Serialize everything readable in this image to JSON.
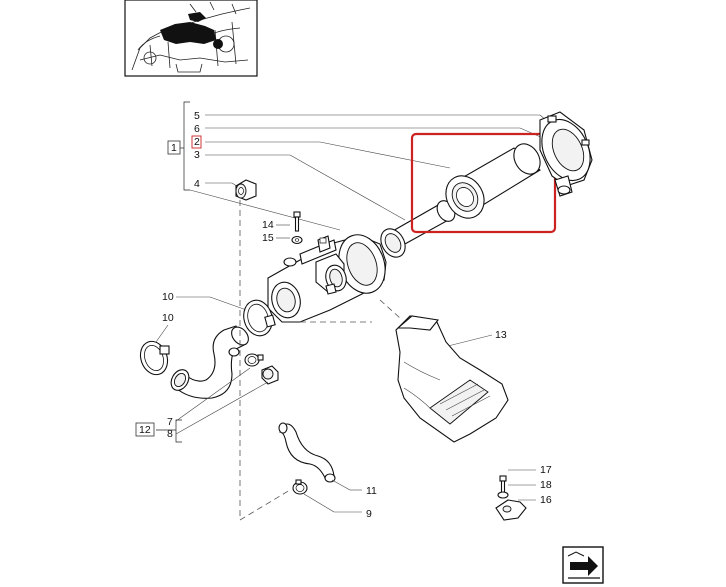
{
  "callouts": {
    "c1": "1",
    "c2": "2",
    "c3": "3",
    "c4": "4",
    "c5": "5",
    "c6": "6",
    "c7": "7",
    "c8": "8",
    "c9": "9",
    "c10a": "10",
    "c10b": "10",
    "c11": "11",
    "c12": "12",
    "c13": "13",
    "c14": "14",
    "c15": "15",
    "c16": "16",
    "c17": "17",
    "c18": "18"
  },
  "highlight": {
    "color": "#cc2222"
  }
}
